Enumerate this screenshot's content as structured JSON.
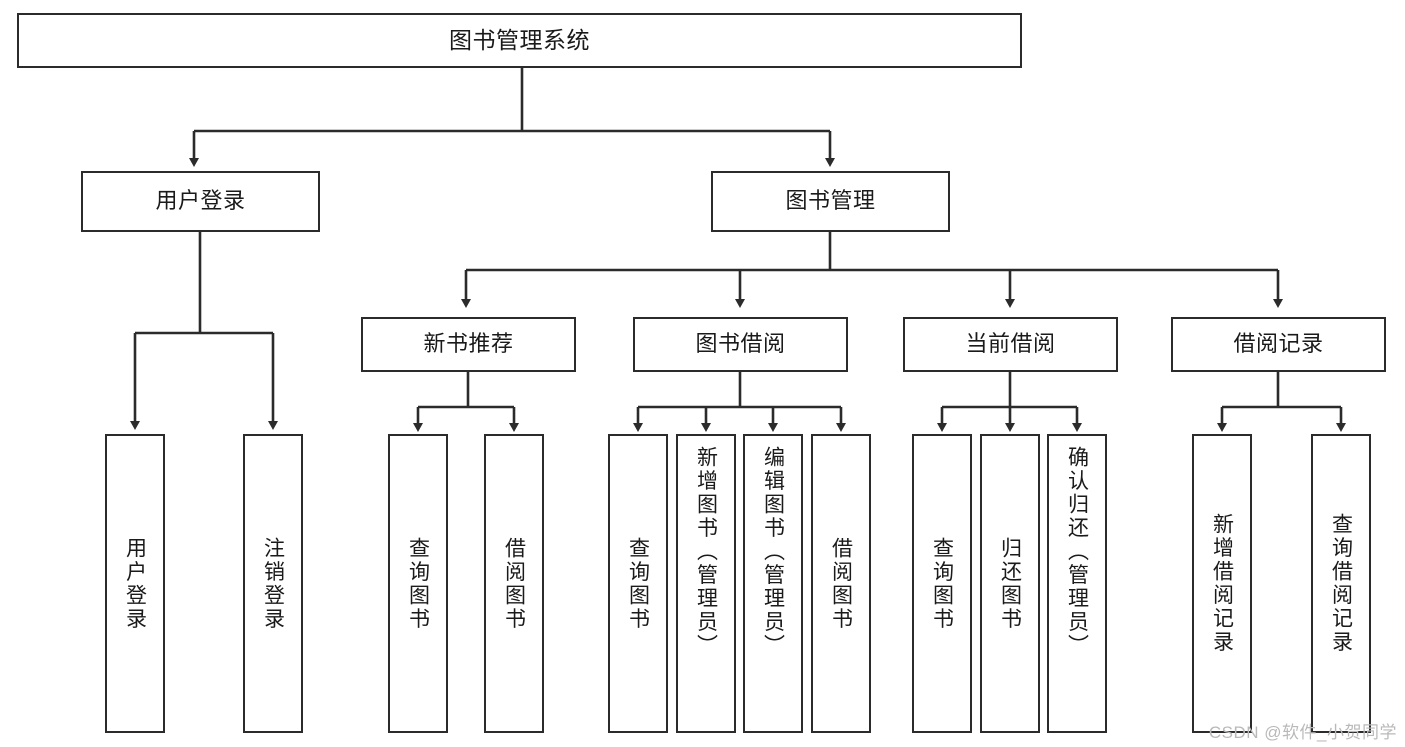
{
  "diagram": {
    "type": "tree-hierarchy-chart",
    "title": "图书管理系统",
    "colors": {
      "stroke": "#2b2b2b",
      "fill": "#ffffff",
      "text": "#1a1a1a",
      "watermark": "#b9b9b9"
    },
    "root": {
      "label": "图书管理系统"
    },
    "level2": [
      {
        "key": "user-login",
        "label": "用户登录"
      },
      {
        "key": "book-management",
        "label": "图书管理"
      }
    ],
    "level3": [
      {
        "key": "new-book-recommend",
        "label": "新书推荐"
      },
      {
        "key": "book-borrow",
        "label": "图书借阅"
      },
      {
        "key": "current-borrow",
        "label": "当前借阅"
      },
      {
        "key": "borrow-record",
        "label": "借阅记录"
      }
    ],
    "leaves": [
      {
        "key": "leaf-user-login",
        "label": "用户登录",
        "parent": "user-login"
      },
      {
        "key": "leaf-logout-login",
        "label": "注销登录",
        "parent": "user-login"
      },
      {
        "key": "leaf-query-books-1",
        "label": "查询图书",
        "parent": "new-book-recommend"
      },
      {
        "key": "leaf-borrow-books-1",
        "label": "借阅图书",
        "parent": "new-book-recommend"
      },
      {
        "key": "leaf-query-books-2",
        "label": "查询图书",
        "parent": "book-borrow"
      },
      {
        "key": "leaf-add-book",
        "label": "新增图书（管理员）",
        "parent": "book-borrow"
      },
      {
        "key": "leaf-edit-book",
        "label": "编辑图书（管理员）",
        "parent": "book-borrow"
      },
      {
        "key": "leaf-borrow-books-2",
        "label": "借阅图书",
        "parent": "book-borrow"
      },
      {
        "key": "leaf-query-books-3",
        "label": "查询图书",
        "parent": "current-borrow"
      },
      {
        "key": "leaf-return-book",
        "label": "归还图书",
        "parent": "current-borrow"
      },
      {
        "key": "leaf-confirm-return",
        "label": "确认归还（管理员）",
        "parent": "current-borrow"
      },
      {
        "key": "leaf-add-borrow-record",
        "label": "新增借阅记录",
        "parent": "borrow-record"
      },
      {
        "key": "leaf-query-borrow-record",
        "label": "查询借阅记录",
        "parent": "borrow-record"
      }
    ]
  },
  "watermark": {
    "text": "CSDN @软件_小贺同学"
  }
}
